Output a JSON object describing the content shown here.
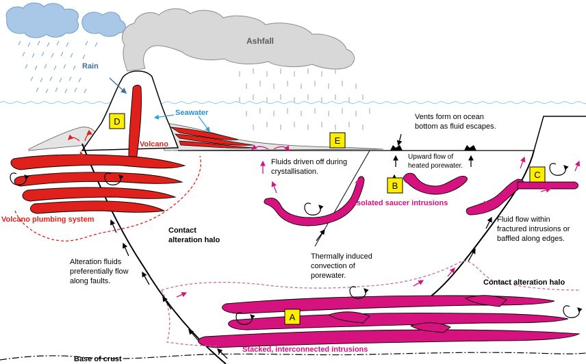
{
  "colors": {
    "sky_cloud": "#a9c8e8",
    "sea_line": "#7fd0e8",
    "volcano_intrusion": "#e0201b",
    "saucer_intrusion": "#d6127f",
    "ash": "#d8d8d8",
    "label_box": "#ffee00"
  },
  "labels": {
    "ashfall": "Ashfall",
    "rain": "Rain",
    "seawater": "Seawater",
    "volcano": "Volcano",
    "volcano_plumbing": "Volcano plumbing system",
    "contact_halo_left_1": "Contact",
    "contact_halo_left_2": "alteration halo",
    "alteration_fluids_1": "Alteration fluids",
    "alteration_fluids_2": "preferentially flow",
    "alteration_fluids_3": "along faults.",
    "fluids_driven_1": "Fluids driven off during",
    "fluids_driven_2": "crystallisation.",
    "vents_1": "Vents form on ocean",
    "vents_2": "bottom as fluid escapes.",
    "upward_flow_1": "Upward flow of",
    "upward_flow_2": "heated porewater.",
    "isolated_saucer": "Isolated saucer intrusions",
    "thermal_1": "Thermally induced",
    "thermal_2": "convection of",
    "thermal_3": "porewater.",
    "fluid_flow_1": "Fluid flow within",
    "fluid_flow_2": "fractured intrusions or",
    "fluid_flow_3": "baffled along edges.",
    "contact_halo_right": "Contact alteration halo",
    "stacked": "Stacked, interconnected intrusions",
    "base_of_crust": "Base of crust"
  },
  "boxes": {
    "a": "A",
    "b": "B",
    "c": "C",
    "d": "D",
    "e": "E"
  }
}
